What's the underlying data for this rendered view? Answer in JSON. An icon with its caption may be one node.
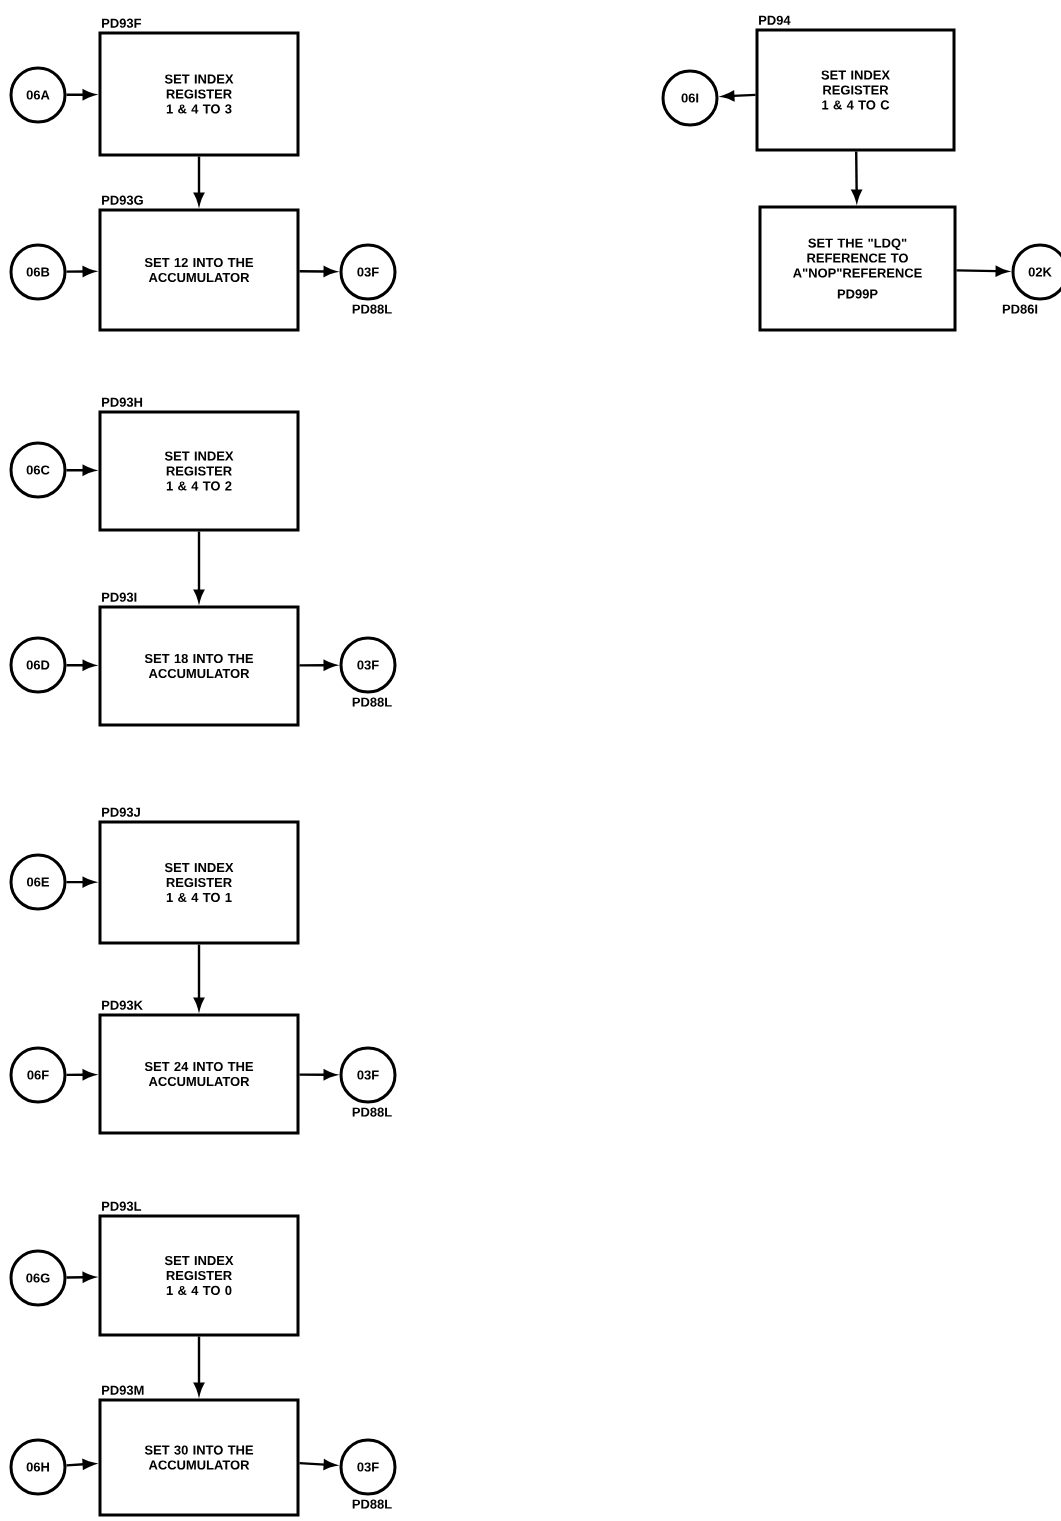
{
  "diagram": {
    "nodes": [
      {
        "text": [
          "06A"
        ]
      },
      {
        "text": [
          "PD93F",
          "SET INDEX REGISTER 1 & 4 TO 3"
        ]
      },
      {
        "text": [
          "06B"
        ]
      },
      {
        "text": [
          "PD93G",
          "SET 12 INTO THE ACCUMULATOR"
        ]
      },
      {
        "text": [
          "03F"
        ],
        "beside": [
          "PD88L"
        ]
      },
      {
        "text": [
          "06C"
        ]
      },
      {
        "text": [
          "PD93H",
          "SET INDEX REGISTER 1 & 4 TO 2"
        ]
      },
      {
        "text": [
          "06D"
        ]
      },
      {
        "text": [
          "PD93I",
          "SET 18 INTO THE ACCUMULATOR"
        ]
      },
      {
        "text": [
          "03F"
        ],
        "beside": [
          "PD88L"
        ]
      },
      {
        "text": [
          "06E"
        ]
      },
      {
        "text": [
          "PD93J",
          "SET INDEX REGISTER 1 & 4 TO 1"
        ]
      },
      {
        "text": [
          "06F"
        ]
      },
      {
        "text": [
          "PD93K",
          "SET 24 INTO THE ACCUMULATOR"
        ]
      },
      {
        "text": [
          "03F"
        ],
        "beside": [
          "PD88L"
        ]
      },
      {
        "text": [
          "06G"
        ]
      },
      {
        "text": [
          "PD93L",
          "SET INDEX REGISTER 1 & 4 TO 0"
        ]
      },
      {
        "text": [
          "06H"
        ]
      },
      {
        "text": [
          "PD93M",
          "SET 30 INTO THE ACCUMULATOR"
        ]
      },
      {
        "text": [
          "03F"
        ],
        "beside": [
          "PD88L"
        ]
      },
      {
        "text": [
          "06I"
        ]
      },
      {
        "text": [
          "PD94",
          "SET INDEX REGISTER 1 & 4 TO C"
        ]
      },
      {
        "text": [
          "SET THE \"LDQ\" REFERENCE TO A\"NOP\"REFERENCE",
          "PD99P"
        ]
      },
      {
        "text": [
          "02K"
        ],
        "beside": [
          "PD86I"
        ]
      }
    ],
    "edges": [
      {
        "from": 0,
        "to": 1,
        "arrow": "to"
      },
      {
        "from": 1,
        "to": 3,
        "arrow": "to"
      },
      {
        "from": 2,
        "to": 3,
        "arrow": "to"
      },
      {
        "from": 3,
        "to": 4,
        "arrow": "to"
      },
      {
        "from": 5,
        "to": 6,
        "arrow": "to"
      },
      {
        "from": 6,
        "to": 8,
        "arrow": "to"
      },
      {
        "from": 7,
        "to": 8,
        "arrow": "to"
      },
      {
        "from": 8,
        "to": 9,
        "arrow": "to"
      },
      {
        "from": 10,
        "to": 11,
        "arrow": "to"
      },
      {
        "from": 11,
        "to": 13,
        "arrow": "to"
      },
      {
        "from": 12,
        "to": 13,
        "arrow": "to"
      },
      {
        "from": 13,
        "to": 14,
        "arrow": "to"
      },
      {
        "from": 15,
        "to": 16,
        "arrow": "to"
      },
      {
        "from": 16,
        "to": 18,
        "arrow": "to"
      },
      {
        "from": 17,
        "to": 18,
        "arrow": "to"
      },
      {
        "from": 18,
        "to": 19,
        "arrow": "to"
      },
      {
        "from": 21,
        "to": 20,
        "arrow": "to"
      },
      {
        "from": 21,
        "to": 22,
        "arrow": "to"
      },
      {
        "from": 22,
        "to": 23,
        "arrow": "to"
      }
    ]
  }
}
